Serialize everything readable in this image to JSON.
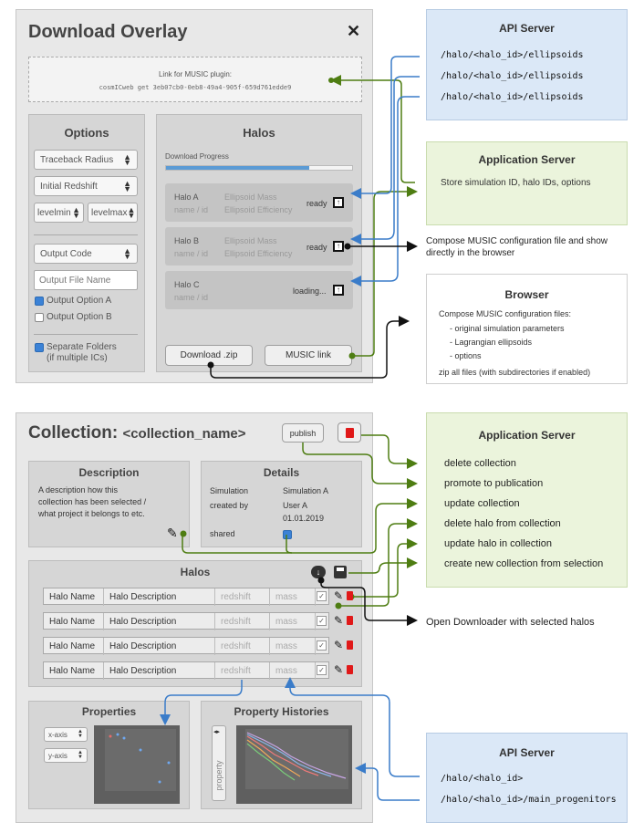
{
  "overlay": {
    "title": "Download Overlay",
    "close": "✕",
    "link_label": "Link for MUSIC plugin:",
    "link_cmd": "cosmICweb get 3eb07cb0-0eb8-49a4-905f-659d761edde9"
  },
  "options": {
    "title": "Options",
    "traceback": "Traceback Radius",
    "redshift": "Initial Redshift",
    "levelmin": "levelmin",
    "levelmax": "levelmax",
    "output_code": "Output Code",
    "output_file_placeholder": "Output File Name",
    "opt_a": "Output Option A",
    "opt_b": "Output Option B",
    "separate_1": "Separate Folders",
    "separate_2": "(if multiple ICs)"
  },
  "halos_panel": {
    "title": "Halos",
    "progress_label": "Download Progress",
    "progress": 0.77,
    "cards": [
      {
        "name": "Halo A",
        "sub": "name / id",
        "m1": "Ellipsoid Mass",
        "m2": "Ellipsoid Efficiency",
        "status": "ready"
      },
      {
        "name": "Halo B",
        "sub": "name / id",
        "m1": "Ellipsoid Mass",
        "m2": "Ellipsoid Efficiency",
        "status": "ready"
      },
      {
        "name": "Halo C",
        "sub": "name / id",
        "status": "loading..."
      }
    ],
    "download_btn": "Download .zip",
    "music_btn": "MUSIC link"
  },
  "api_top": {
    "title": "API Server",
    "routes": [
      "/halo/<halo_id>/ellipsoids",
      "/halo/<halo_id>/ellipsoids",
      "/halo/<halo_id>/ellipsoids"
    ]
  },
  "app_top": {
    "title": "Application Server",
    "text": "Store simulation ID, halo IDs, options"
  },
  "compose_note": {
    "line1": "Compose MUSIC configuration file and show",
    "line2": "directly in the browser"
  },
  "browser": {
    "title": "Browser",
    "intro": "Compose MUSIC configuration files:",
    "items": [
      "- original simulation parameters",
      "- Lagrangian ellipsoids",
      "- options"
    ],
    "footer": "zip all files (with subdirectories if enabled)"
  },
  "collection": {
    "title_prefix": "Collection:",
    "title_name": "<collection_name>",
    "publish": "publish",
    "description_title": "Description",
    "description_text": [
      "A description how this",
      "collection has been selected /",
      "what project it belongs to etc."
    ],
    "details_title": "Details",
    "details": {
      "sim_label": "Simulation",
      "sim_value": "Simulation A",
      "created_label": "created by",
      "created_value": "User A",
      "created_date": "01.01.2019",
      "shared_label": "shared"
    },
    "halos_title": "Halos",
    "table_rows": [
      {
        "name": "Halo Name",
        "desc": "Halo Description",
        "redshift": "redshift",
        "mass": "mass"
      },
      {
        "name": "Halo Name",
        "desc": "Halo Description",
        "redshift": "redshift",
        "mass": "mass"
      },
      {
        "name": "Halo Name",
        "desc": "Halo Description",
        "redshift": "redshift",
        "mass": "mass"
      },
      {
        "name": "Halo Name",
        "desc": "Halo Description",
        "redshift": "redshift",
        "mass": "mass"
      }
    ],
    "properties_title": "Properties",
    "x_axis": "x-axis",
    "y_axis": "y-axis",
    "histories_title": "Property Histories",
    "property_label": "property"
  },
  "app_bottom": {
    "title": "Application Server",
    "items": [
      "delete collection",
      "promote to publication",
      "update collection",
      "delete halo from collection",
      "update halo in collection",
      "create new collection from selection"
    ]
  },
  "downloader_note": "Open Downloader with selected halos",
  "api_bottom": {
    "title": "API Server",
    "routes": [
      "/halo/<halo_id>",
      "/halo/<halo_id>/main_progenitors"
    ]
  },
  "colors": {
    "green": "#4e7d12",
    "blue": "#3a7cc9",
    "black": "#111111",
    "accent": "#5b9bd5"
  }
}
